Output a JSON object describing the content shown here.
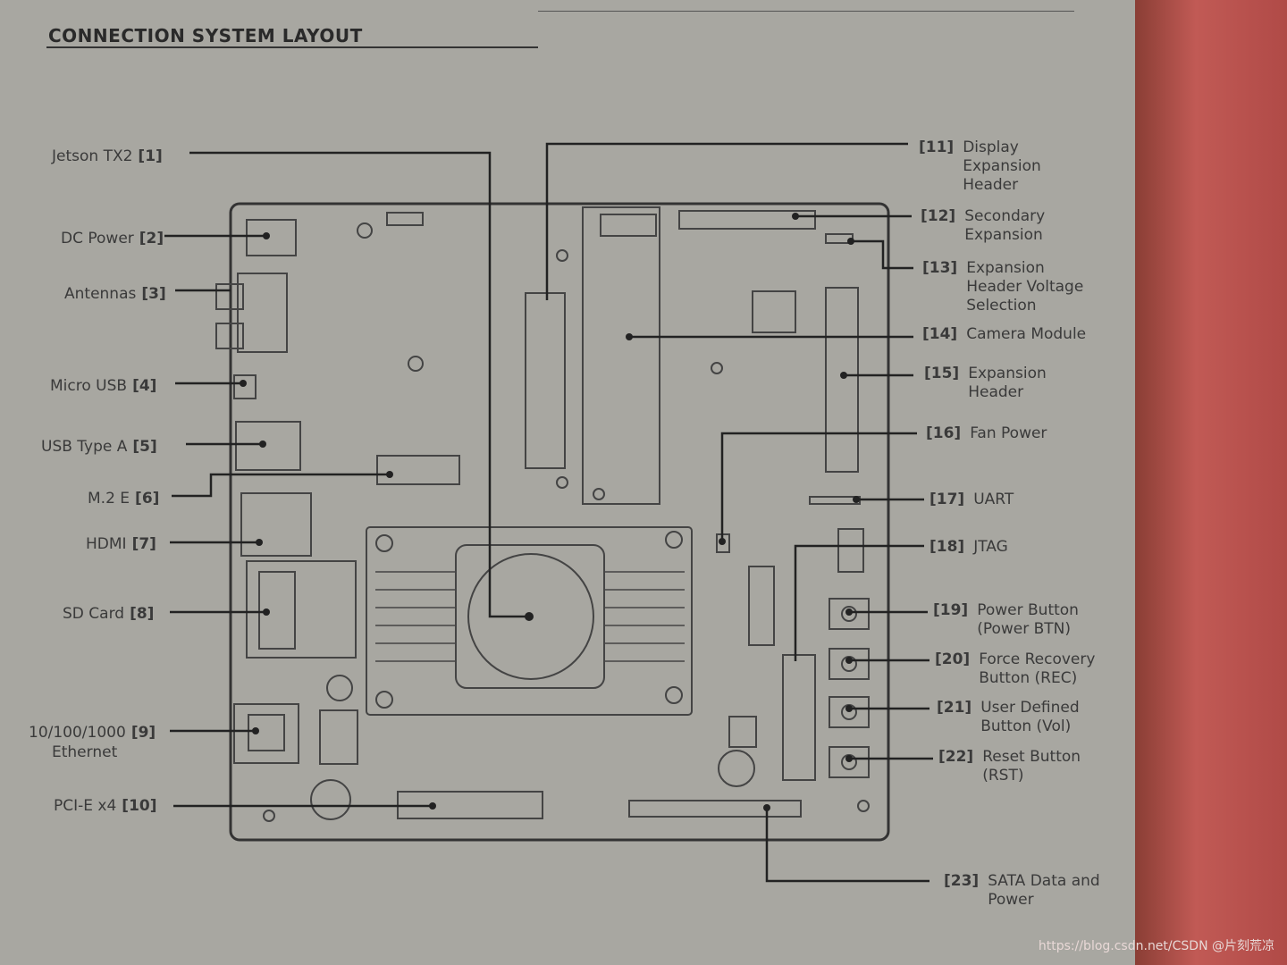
{
  "title": "CONNECTION SYSTEM LAYOUT",
  "left_labels": [
    {
      "name": "Jetson TX2",
      "num": "[1]"
    },
    {
      "name": "DC Power",
      "num": "[2]"
    },
    {
      "name": "Antennas",
      "num": "[3]"
    },
    {
      "name": "Micro USB",
      "num": "[4]"
    },
    {
      "name": "USB Type A",
      "num": "[5]"
    },
    {
      "name": "M.2 E",
      "num": "[6]"
    },
    {
      "name": "HDMI",
      "num": "[7]"
    },
    {
      "name": "SD Card",
      "num": "[8]"
    },
    {
      "name": "10/100/1000",
      "num": "[9]",
      "line2": "Ethernet"
    },
    {
      "name": "PCI-E x4",
      "num": "[10]"
    }
  ],
  "right_labels": [
    {
      "num": "[11]",
      "text": "Display\nExpansion\nHeader"
    },
    {
      "num": "[12]",
      "text": "Secondary\nExpansion"
    },
    {
      "num": "[13]",
      "text": "Expansion\nHeader Voltage\nSelection"
    },
    {
      "num": "[14]",
      "text": "Camera Module"
    },
    {
      "num": "[15]",
      "text": "Expansion\nHeader"
    },
    {
      "num": "[16]",
      "text": "Fan Power"
    },
    {
      "num": "[17]",
      "text": "UART"
    },
    {
      "num": "[18]",
      "text": "JTAG"
    },
    {
      "num": "[19]",
      "text": "Power Button\n(Power BTN)"
    },
    {
      "num": "[20]",
      "text": "Force Recovery\nButton (REC)"
    },
    {
      "num": "[21]",
      "text": "User Defined\nButton (Vol)"
    },
    {
      "num": "[22]",
      "text": "Reset Button\n(RST)"
    },
    {
      "num": "[23]",
      "text": "SATA Data and\nPower"
    }
  ],
  "watermark": "https://blog.csdn.net/CSDN @片刻荒凉"
}
